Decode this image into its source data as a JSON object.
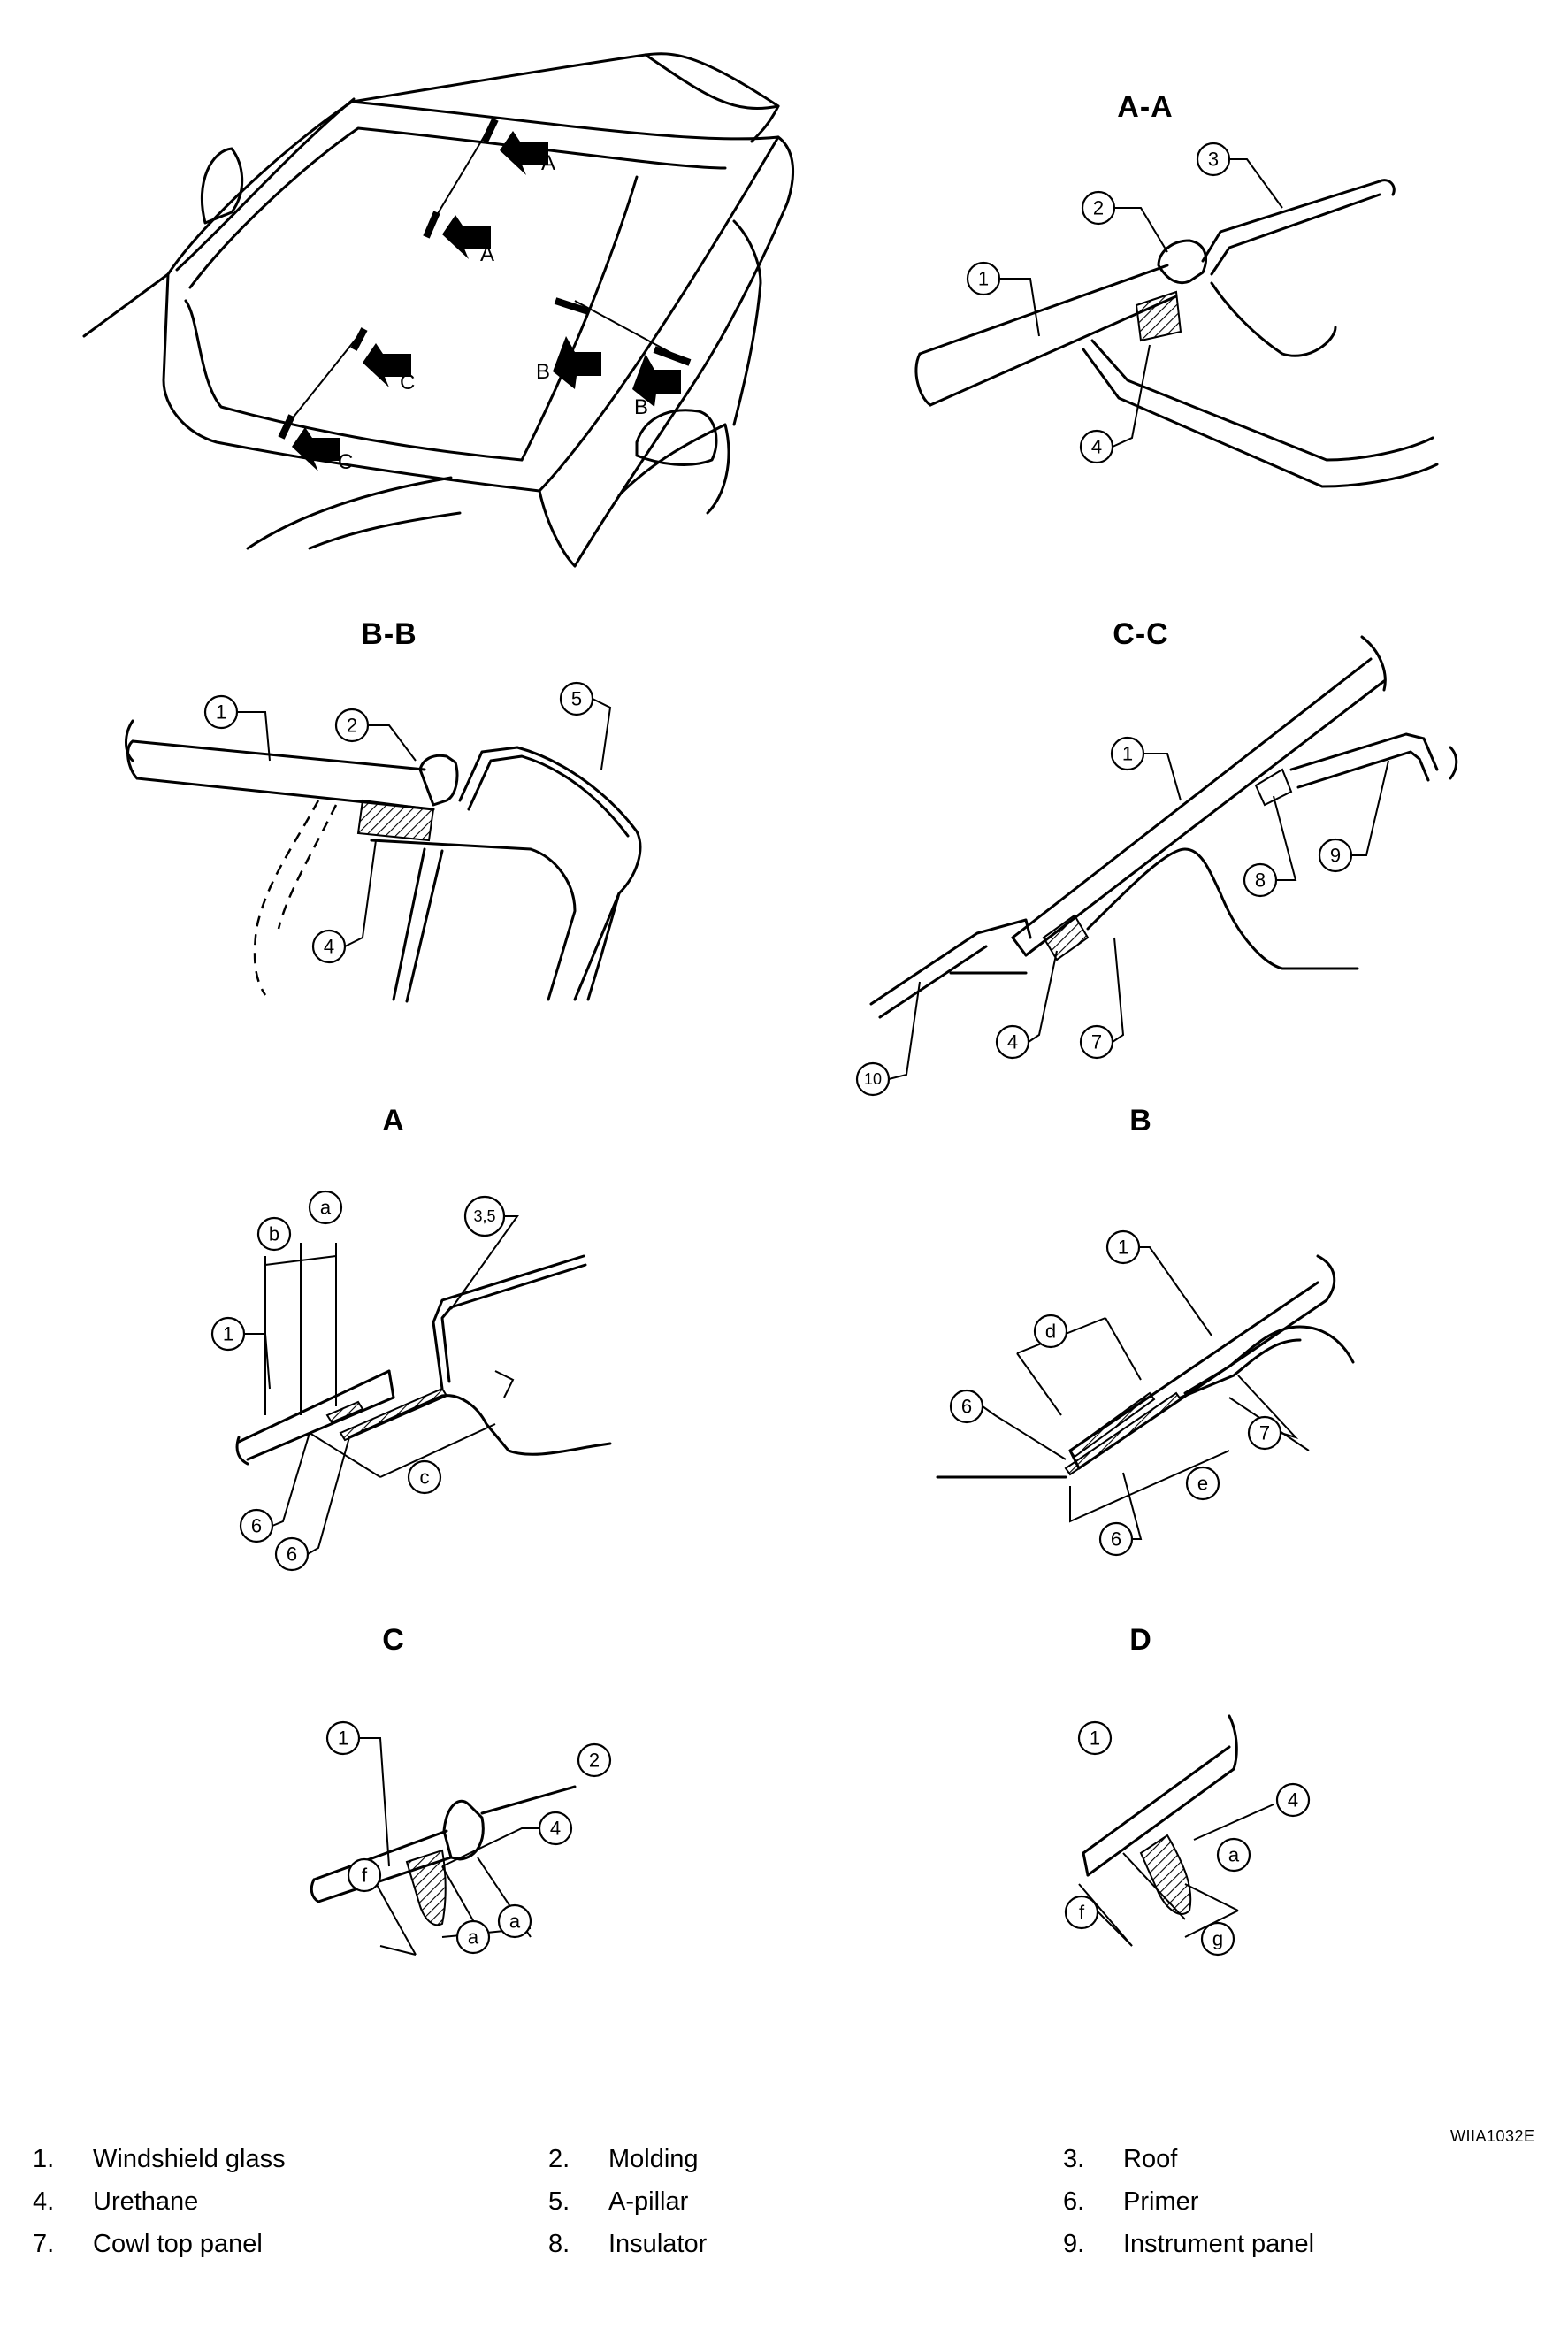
{
  "view_titles": {
    "a_a": "A-A",
    "b_b": "B-B",
    "c_c": "C-C",
    "a": "A",
    "b": "B",
    "c": "C",
    "d": "D"
  },
  "section_arrow_letters": [
    "A",
    "A",
    "B",
    "B",
    "C",
    "C"
  ],
  "callout_numbers": [
    "1",
    "2",
    "3",
    "4",
    "5",
    "6",
    "7",
    "8",
    "9",
    "10",
    "3,5"
  ],
  "dimension_letters": [
    "a",
    "b",
    "c",
    "d",
    "e",
    "f",
    "g"
  ],
  "figure_ref": "WIIA1032E",
  "legend": [
    {
      "num": "1.",
      "label": "Windshield glass"
    },
    {
      "num": "2.",
      "label": "Molding"
    },
    {
      "num": "3.",
      "label": "Roof"
    },
    {
      "num": "4.",
      "label": "Urethane"
    },
    {
      "num": "5.",
      "label": "A-pillar"
    },
    {
      "num": "6.",
      "label": "Primer"
    },
    {
      "num": "7.",
      "label": "Cowl top panel"
    },
    {
      "num": "8.",
      "label": "Insulator"
    },
    {
      "num": "9.",
      "label": "Instrument panel"
    }
  ]
}
